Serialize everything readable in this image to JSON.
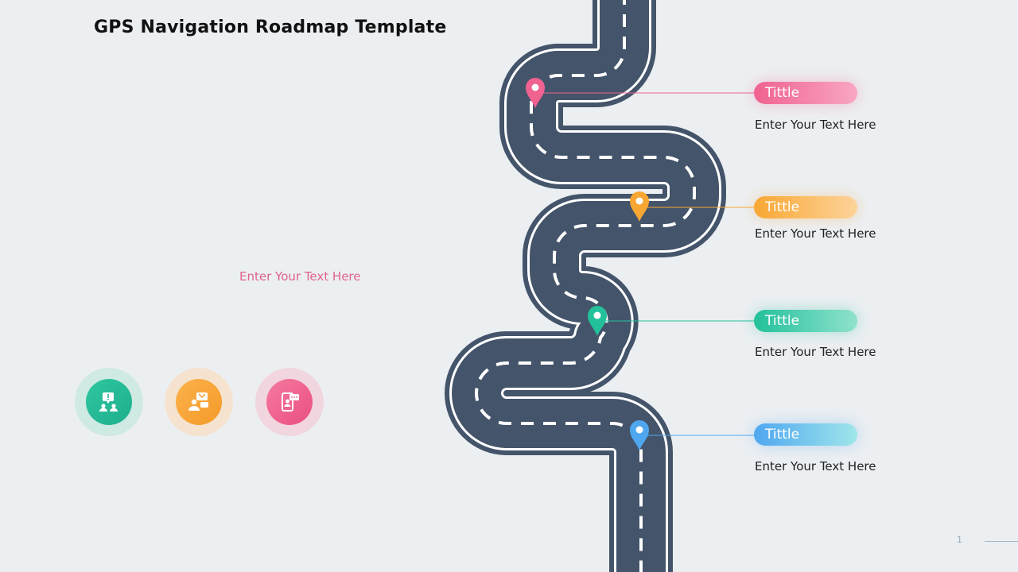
{
  "title": "GPS Navigation Roadmap Template",
  "left_text": "Enter Your Text Here",
  "milestones": [
    {
      "label": "Tittle",
      "text": "Enter Your Text Here",
      "color": "#f06290"
    },
    {
      "label": "Tittle",
      "text": "Enter Your Text Here",
      "color": "#f8a733"
    },
    {
      "label": "Tittle",
      "text": "Enter Your Text Here",
      "color": "#23c19b"
    },
    {
      "label": "Tittle",
      "text": "Enter Your Text Here",
      "color": "#4fa7f0"
    }
  ],
  "icons": [
    "feedback-people-icon",
    "chat-person-icon",
    "mobile-chat-icon"
  ],
  "road_color": "#44546a",
  "page_number": "1"
}
